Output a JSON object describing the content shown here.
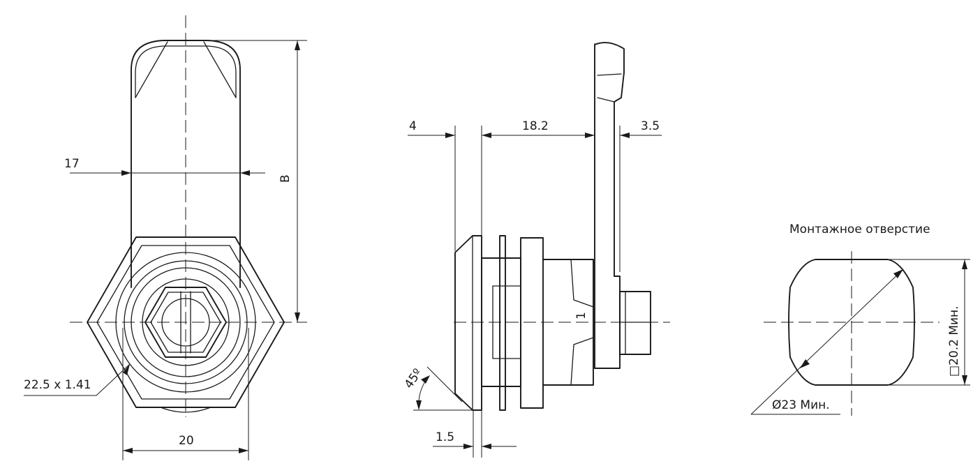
{
  "front_view": {
    "dim_width_17": "17",
    "dim_height_B": "B",
    "dim_nut_thread": "22.5 x 1.41",
    "dim_width_20": "20"
  },
  "side_view": {
    "dim_4": "4",
    "dim_18_2": "18.2",
    "dim_3_5": "3.5",
    "dim_angle": "45º",
    "dim_1_5": "1.5",
    "marker": "1"
  },
  "mounting_hole": {
    "title": "Монтажное отверстие",
    "dim_square": "□20.2 Мин.",
    "dim_diameter": "Ø23 Мин."
  }
}
